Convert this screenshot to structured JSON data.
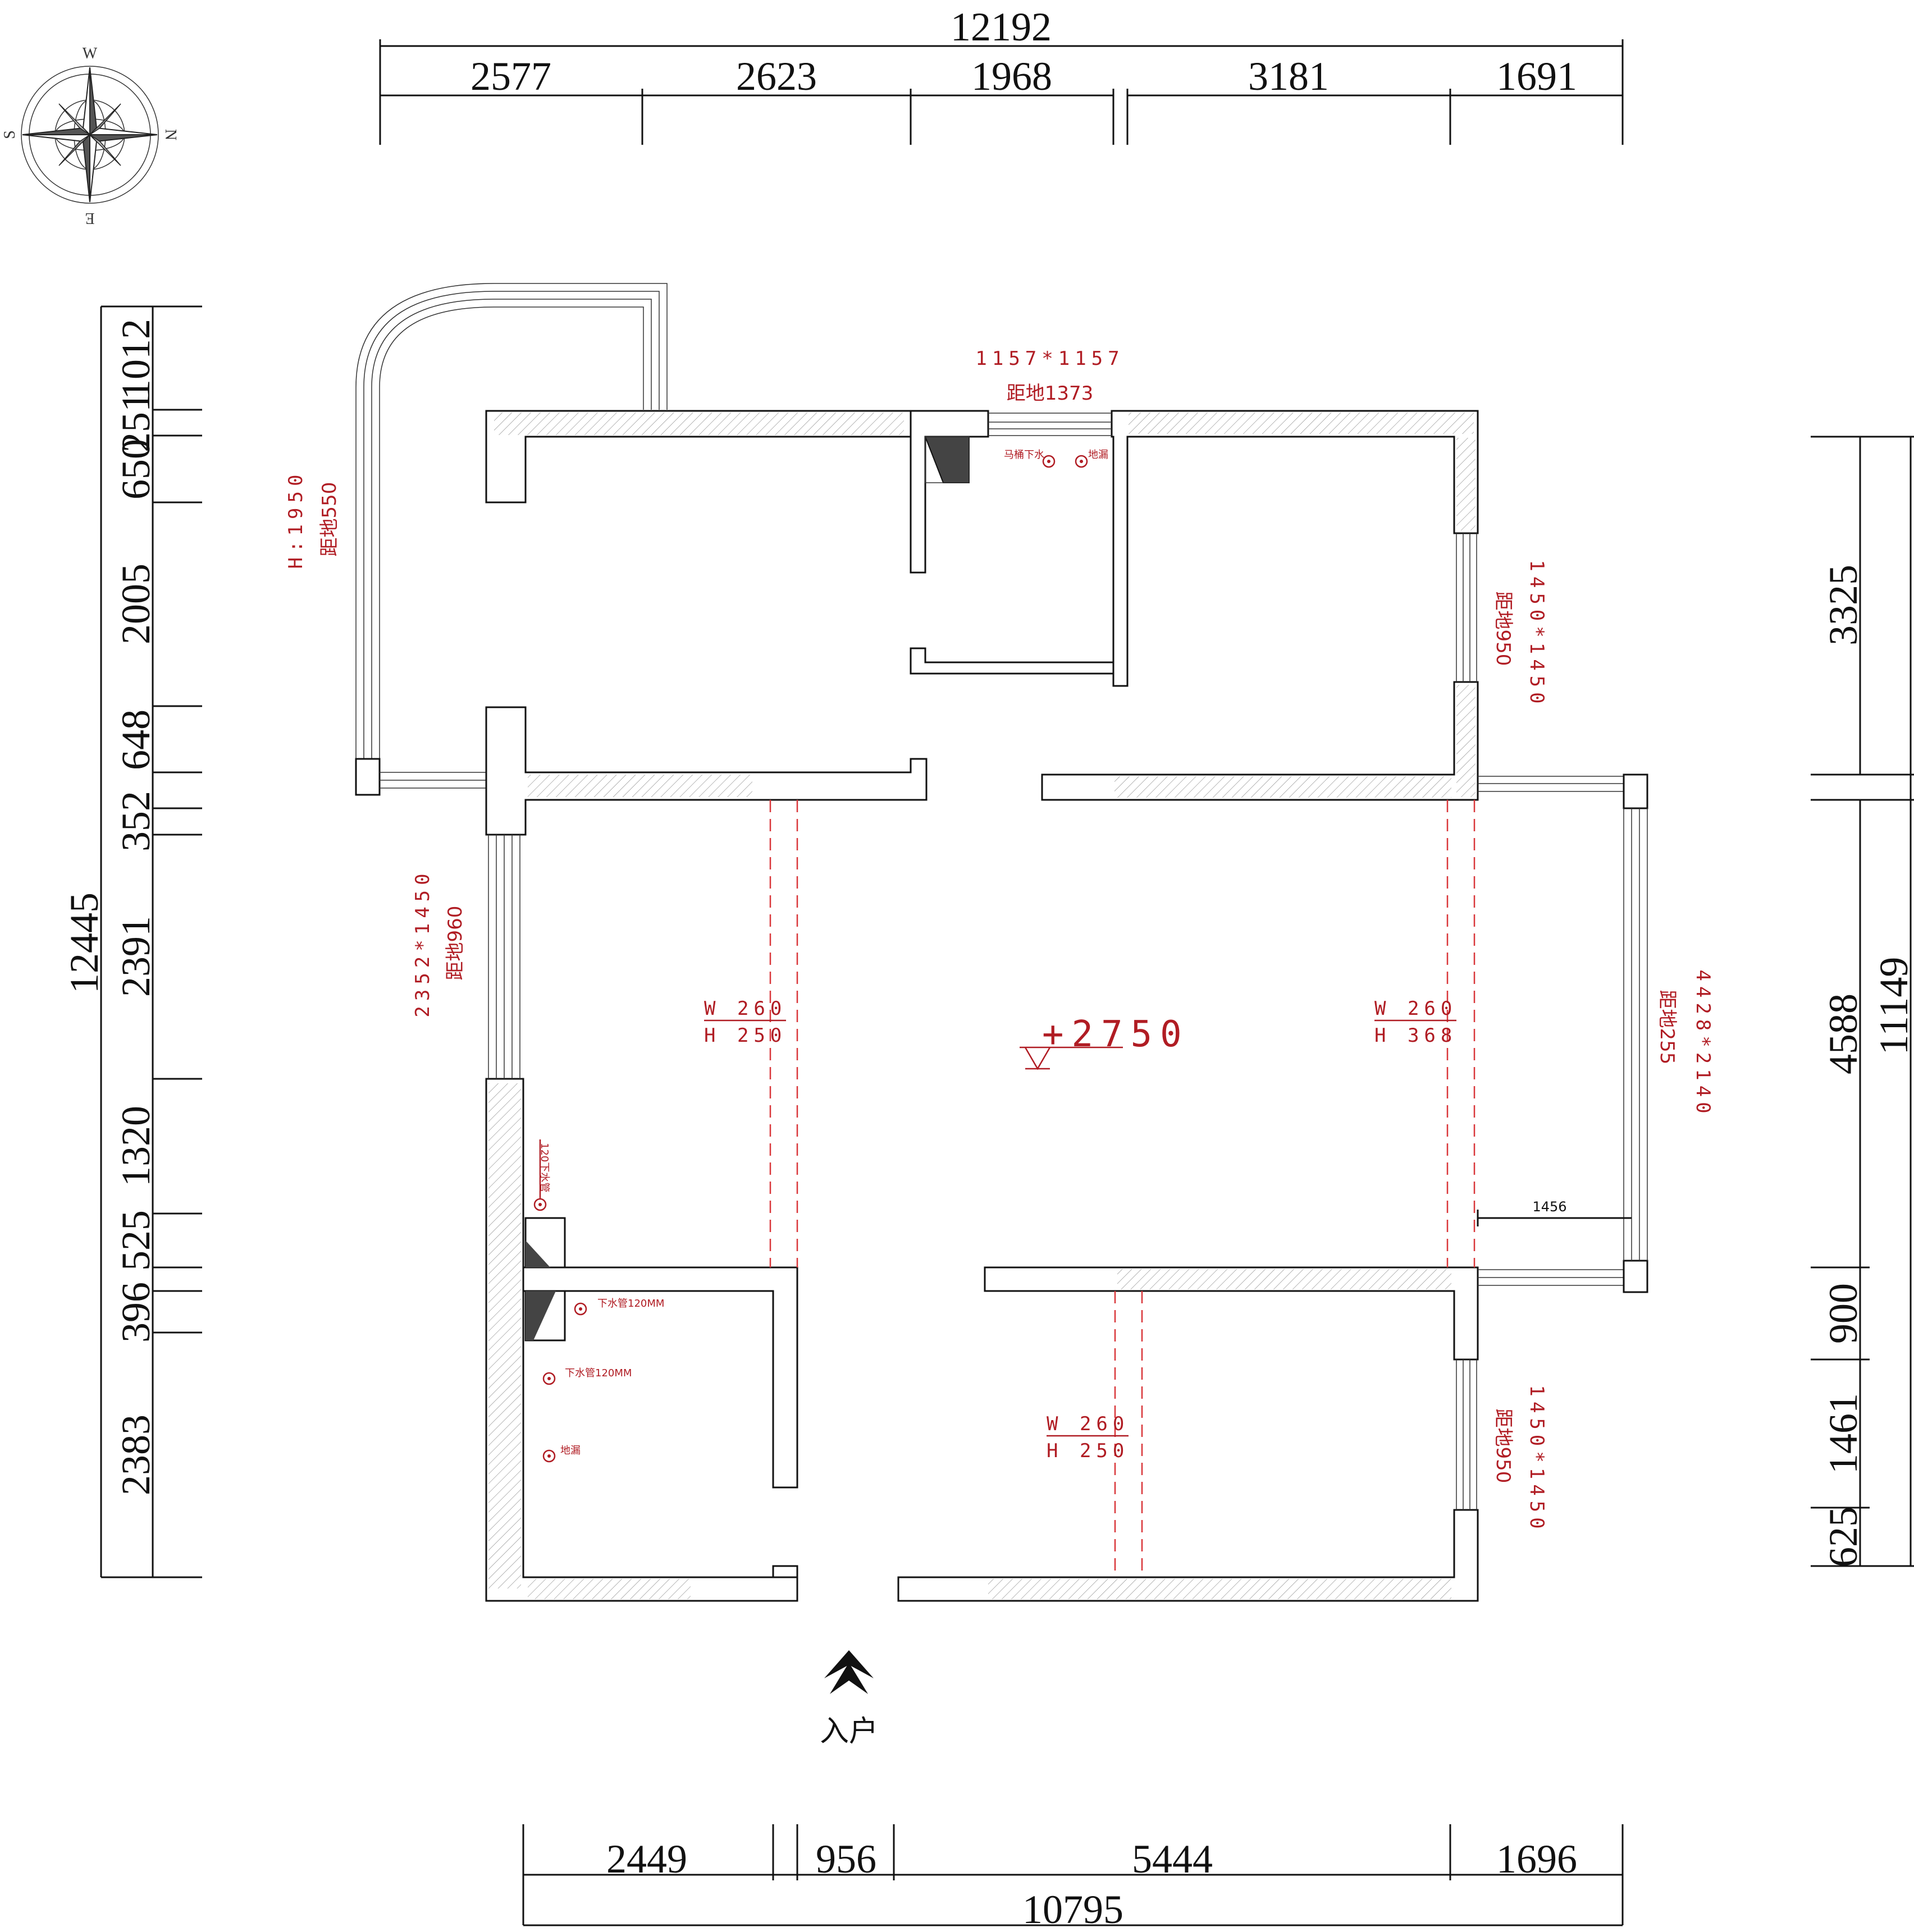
{
  "compass": {
    "north": "N",
    "south": "S",
    "east": "E",
    "west": "W"
  },
  "dimensions": {
    "top_total": "12192",
    "top_segments": [
      "2577",
      "2623",
      "1968",
      "3181",
      "1691"
    ],
    "bottom_total": "10795",
    "bottom_segments": [
      "2449",
      "956",
      "5444",
      "1696"
    ],
    "left_total": "12445",
    "left_segments": [
      "1012",
      "251",
      "650",
      "2005",
      "648",
      "352",
      "2391",
      "1320",
      "525",
      "396",
      "2383"
    ],
    "right_total": "11149",
    "right_segments": [
      "3325",
      "4588",
      "900",
      "1461",
      "625"
    ]
  },
  "annotations": {
    "window_top_size": "1157*1157",
    "window_top_sill": "距地1373",
    "bay_window_height": "H:1950",
    "bay_window_sill": "距地550",
    "right_window_upper_size": "1450*1450",
    "right_window_upper_sill": "距地950",
    "right_window_lower_size": "1450*1450",
    "right_window_lower_sill": "距地950",
    "left_window_size": "2352*1450",
    "left_window_sill": "距地960",
    "balcony_window_size": "4428*2140",
    "balcony_window_sill": "距地255",
    "beam_left_w": "W 260",
    "beam_left_h": "H 250",
    "beam_right_w": "W 260",
    "beam_right_h": "H 368",
    "beam_bottom_w": "W 260",
    "beam_bottom_h": "H 250",
    "ceiling_elevation": "+2750",
    "balcony_depth": "1456",
    "toilet_drain": "马桶下水",
    "floor_drain_top": "地漏",
    "pipe_vertical": "120下水管",
    "drain_pipe_1": "下水管120MM",
    "drain_pipe_2": "下水管120MM",
    "floor_drain_bath": "地漏"
  },
  "entrance": {
    "label": "入户"
  },
  "colors": {
    "line": "#111111",
    "annotation": "#b01c23",
    "beam_dash": "#d9373a"
  }
}
